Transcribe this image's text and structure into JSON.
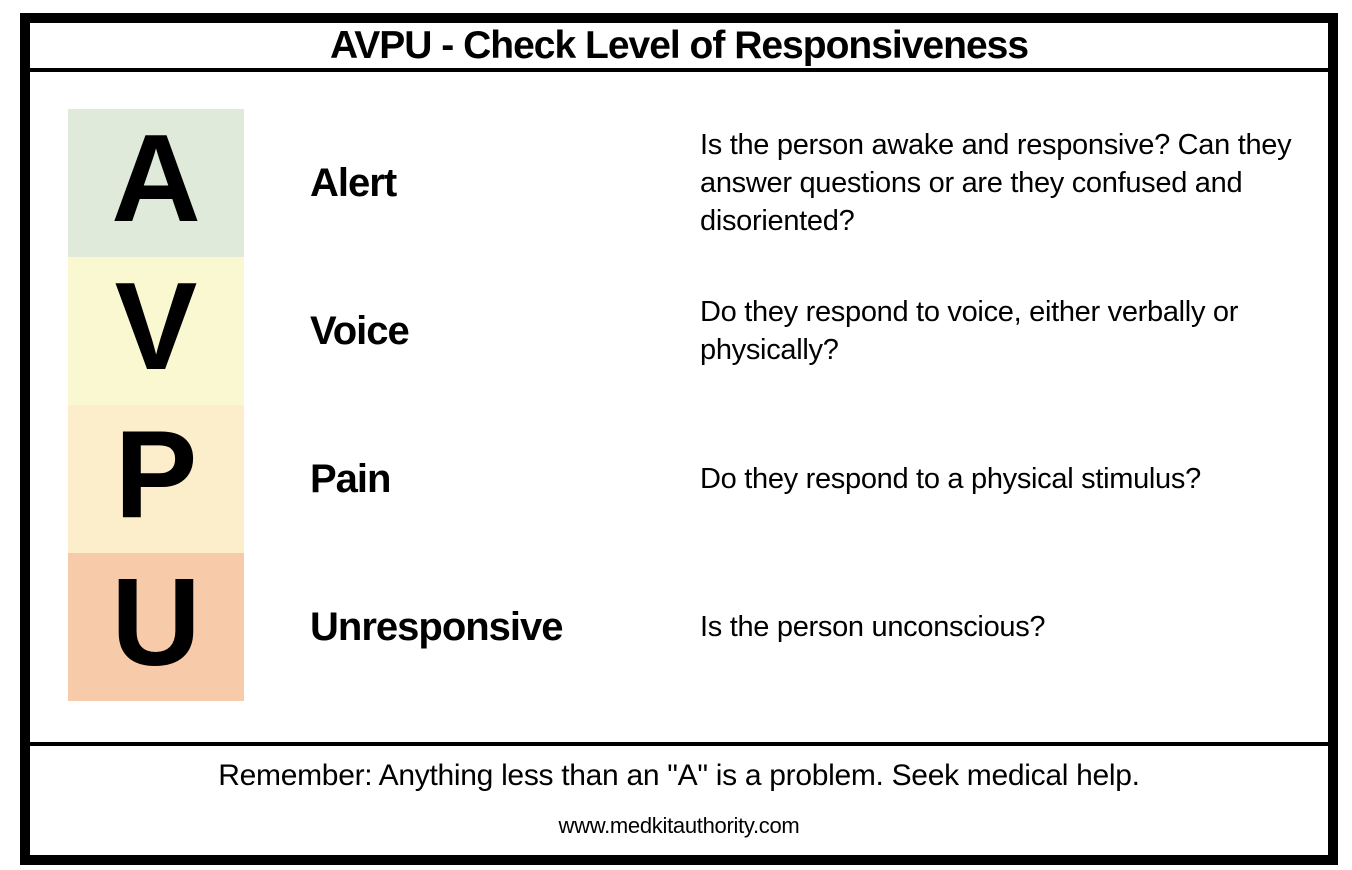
{
  "title": "AVPU - Check Level of Responsiveness",
  "rows": [
    {
      "letter": "A",
      "label": "Alert",
      "description": "Is the person awake and responsive? Can they answer questions or are they confused and disoriented?",
      "color": "#dfeada"
    },
    {
      "letter": "V",
      "label": "Voice",
      "description": "Do they respond to voice, either verbally or physically?",
      "color": "#faf8d1"
    },
    {
      "letter": "P",
      "label": "Pain",
      "description": "Do they respond to a physical stimulus?",
      "color": "#fdeecb"
    },
    {
      "letter": "U",
      "label": "Unresponsive",
      "description": "Is the person unconscious?",
      "color": "#f7cbaa"
    }
  ],
  "footer": {
    "reminder": "Remember: Anything less than an \"A\" is a problem. Seek medical help.",
    "website": "www.medkitauthority.com"
  },
  "colors": {
    "border": "#000000",
    "background": "#ffffff",
    "text": "#000000"
  }
}
